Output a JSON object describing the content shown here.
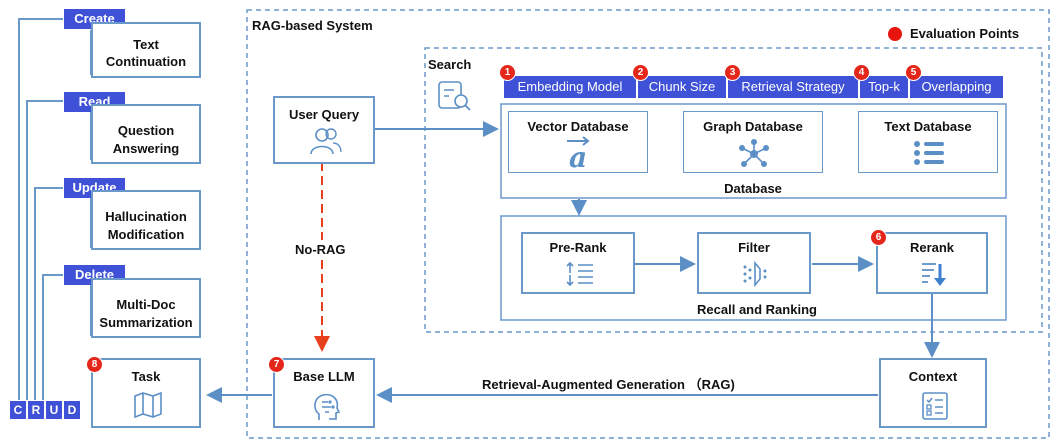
{
  "system_title": "RAG-based System",
  "legend": {
    "label": "Evaluation Points",
    "dot_color": "#e8150f"
  },
  "tasks": [
    {
      "tag": "Create",
      "line1": "Text",
      "line2": "Continuation"
    },
    {
      "tag": "Read",
      "line1": "Question",
      "line2": "Answering"
    },
    {
      "tag": "Update",
      "line1": "Hallucination",
      "line2": "Modification"
    },
    {
      "tag": "Delete",
      "line1": "Multi-Doc",
      "line2": "Summarization"
    }
  ],
  "crud": [
    "C",
    "R",
    "U",
    "D"
  ],
  "search_label": "Search",
  "params": [
    {
      "num": "1",
      "label": "Embedding Model"
    },
    {
      "num": "2",
      "label": "Chunk Size"
    },
    {
      "num": "3",
      "label": "Retrieval Strategy"
    },
    {
      "num": "4",
      "label": "Top-k"
    },
    {
      "num": "5",
      "label": "Overlapping"
    }
  ],
  "databases": [
    "Vector Database",
    "Graph Database",
    "Text Database"
  ],
  "database_caption": "Database",
  "ranking": {
    "pre_rank": "Pre-Rank",
    "filter": "Filter",
    "rerank": "Rerank",
    "rerank_num": "6",
    "caption": "Recall and Ranking"
  },
  "user_query": "User Query",
  "no_rag": "No-RAG",
  "base_llm": {
    "label": "Base LLM",
    "num": "7"
  },
  "task_box": {
    "label": "Task",
    "num": "8"
  },
  "context": "Context",
  "rag_label": "Retrieval-Augmented Generation （RAG)",
  "colors": {
    "accent": "#3f51d6",
    "line": "#6a98c8",
    "badge": "#e5271b",
    "no_rag": "#e8401c"
  }
}
